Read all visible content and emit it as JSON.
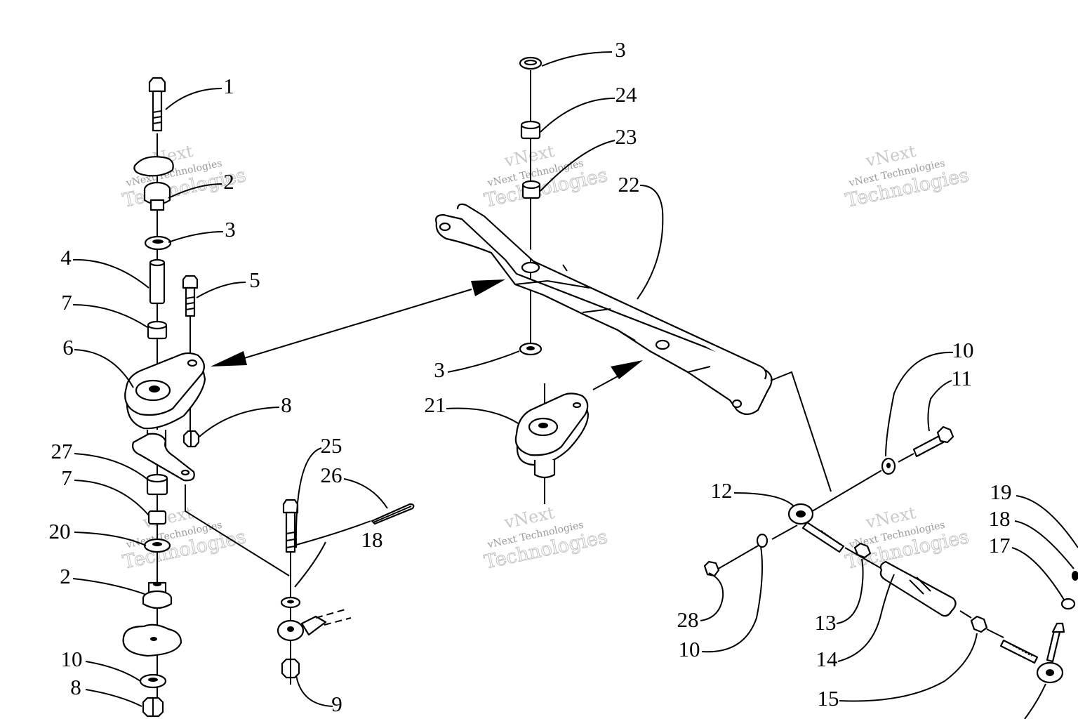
{
  "diagram": {
    "watermark": {
      "line1": "vNext",
      "line2": "vNext Technologies",
      "line3": "Technologies"
    },
    "callouts": [
      {
        "id": "c1",
        "text": "1"
      },
      {
        "id": "c2a",
        "text": "2"
      },
      {
        "id": "c3a",
        "text": "3"
      },
      {
        "id": "c4",
        "text": "4"
      },
      {
        "id": "c5",
        "text": "5"
      },
      {
        "id": "c7a",
        "text": "7"
      },
      {
        "id": "c6",
        "text": "6"
      },
      {
        "id": "c8a",
        "text": "8"
      },
      {
        "id": "c27",
        "text": "27"
      },
      {
        "id": "c7b",
        "text": "7"
      },
      {
        "id": "c20",
        "text": "20"
      },
      {
        "id": "c2b",
        "text": "2"
      },
      {
        "id": "c10a",
        "text": "10"
      },
      {
        "id": "c8b",
        "text": "8"
      },
      {
        "id": "c25",
        "text": "25"
      },
      {
        "id": "c26",
        "text": "26"
      },
      {
        "id": "c18a",
        "text": "18"
      },
      {
        "id": "c9",
        "text": "9"
      },
      {
        "id": "c3b",
        "text": "3"
      },
      {
        "id": "c24",
        "text": "24"
      },
      {
        "id": "c23",
        "text": "23"
      },
      {
        "id": "c22",
        "text": "22"
      },
      {
        "id": "c3c",
        "text": "3"
      },
      {
        "id": "c21",
        "text": "21"
      },
      {
        "id": "c10b",
        "text": "10"
      },
      {
        "id": "c11",
        "text": "11"
      },
      {
        "id": "c12",
        "text": "12"
      },
      {
        "id": "c19",
        "text": "19"
      },
      {
        "id": "c18b",
        "text": "18"
      },
      {
        "id": "c17",
        "text": "17"
      },
      {
        "id": "c28",
        "text": "28"
      },
      {
        "id": "c10c",
        "text": "10"
      },
      {
        "id": "c13",
        "text": "13"
      },
      {
        "id": "c14",
        "text": "14"
      },
      {
        "id": "c15",
        "text": "15"
      }
    ]
  }
}
